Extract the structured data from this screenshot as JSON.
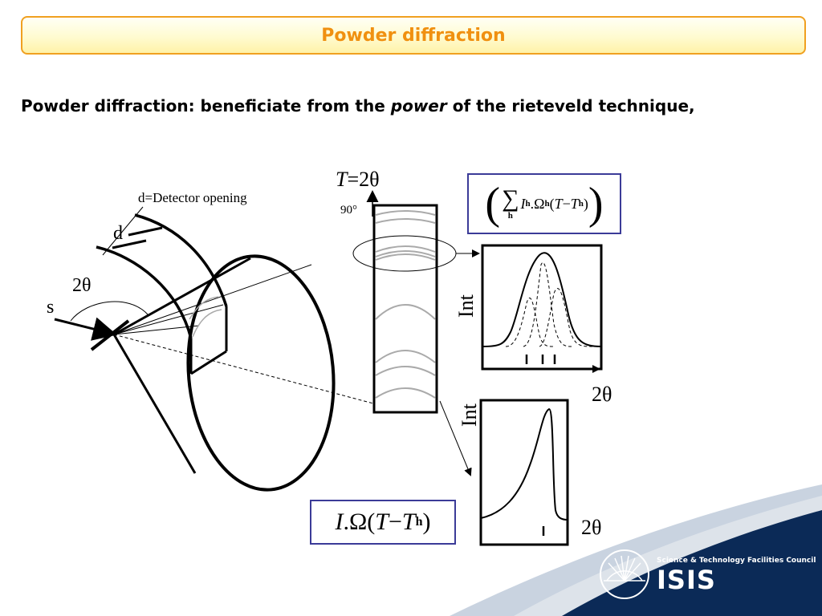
{
  "header": {
    "title": "Powder diffraction"
  },
  "subtitle": {
    "prefix": "Powder diffraction: beneficiate from the ",
    "emphasis": "power",
    "suffix": " of the rieteveld technique,"
  },
  "cone": {
    "detector_label": "d=Detector opening",
    "d_label": "d",
    "two_theta_label": "2θ",
    "s_label": "s"
  },
  "detector_strip": {
    "t_italic": "T",
    "t_rest": "=2θ",
    "angle_label": "90°"
  },
  "plot_top": {
    "ylabel": "Int",
    "xlabel": "2θ"
  },
  "plot_bottom": {
    "ylabel": "Int",
    "xlabel": "2θ"
  },
  "equation_sum": {
    "sum_index": "h",
    "I": "I",
    "sub": "h",
    "dot_omega": ".Ω",
    "open": "(",
    "T": "T",
    "minus": " − ",
    "T2": "T",
    "close": ")"
  },
  "equation_single": {
    "I": "I",
    "dot_omega": ".Ω(",
    "T": "T",
    "minus": " −",
    "T2": "T",
    "sub": "h",
    "close": ")"
  },
  "branding": {
    "council": "Science & Technology Facilities Council",
    "name": "ISIS"
  },
  "colors": {
    "title_text": "#f09010",
    "title_border": "#f0a020",
    "box_border": "#3b3b98",
    "navy": "#0b2a57"
  }
}
